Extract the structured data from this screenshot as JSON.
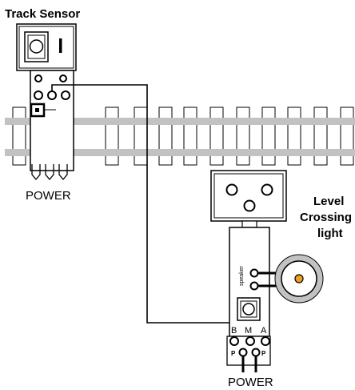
{
  "labels": {
    "track_sensor": "Track Sensor",
    "power_top": "POWER",
    "power_bottom": "POWER",
    "level_crossing": [
      "Level",
      "Crossing",
      "light"
    ],
    "speaker": "speaker",
    "pin_b": "B",
    "pin_m": "M",
    "pin_a": "A",
    "pin_p_left": "P",
    "pin_p_right": "P"
  },
  "colors": {
    "rail": "#c2c2c2",
    "line": "#000000",
    "speaker_center": "#f0a020"
  }
}
